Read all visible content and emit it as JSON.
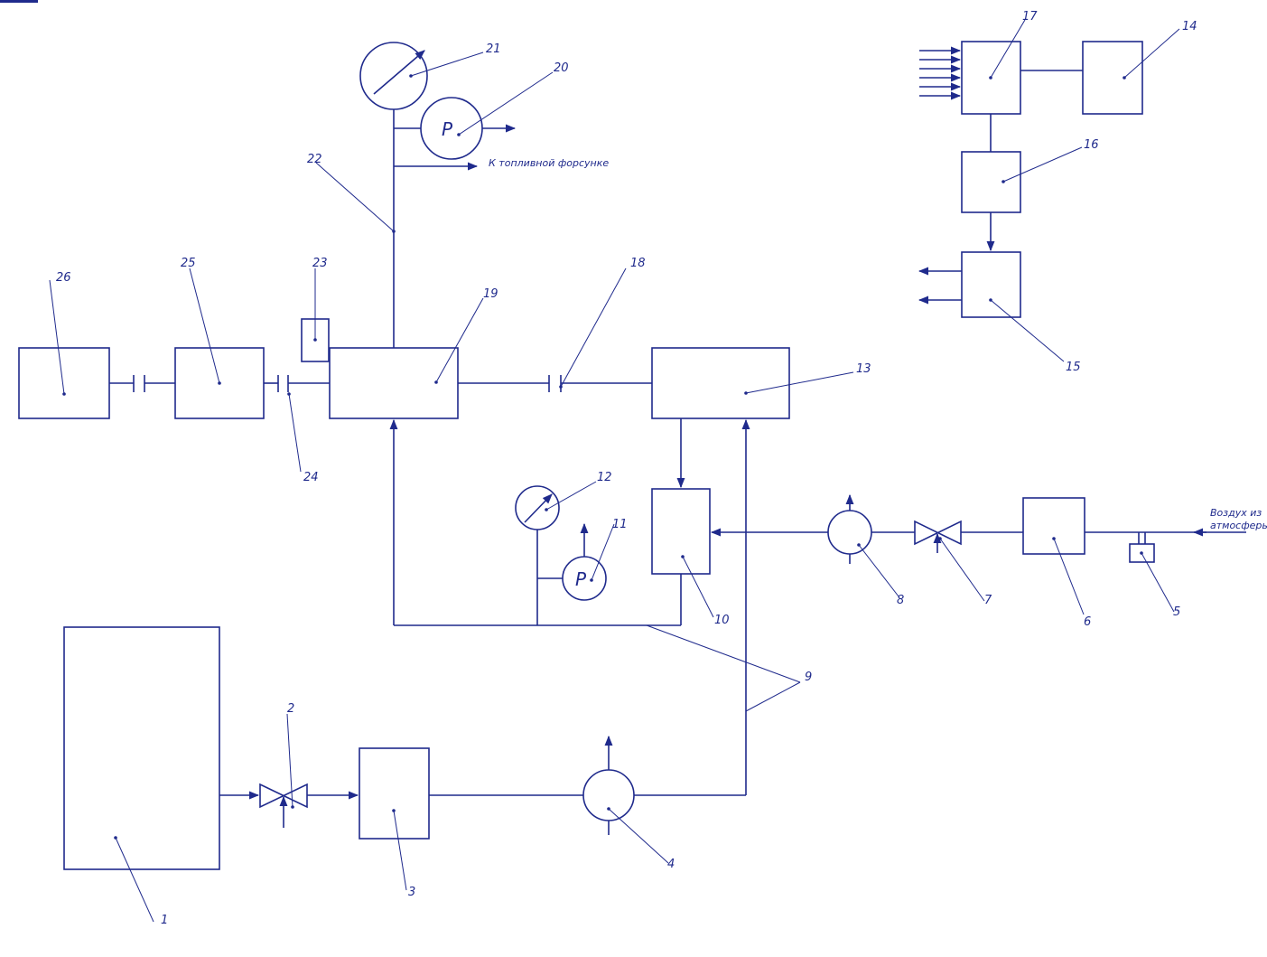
{
  "labels": {
    "n1": "1",
    "n2": "2",
    "n3": "3",
    "n4": "4",
    "n5": "5",
    "n6": "6",
    "n7": "7",
    "n8": "8",
    "n9": "9",
    "n10": "10",
    "n11": "11",
    "n12": "12",
    "n13": "13",
    "n14": "14",
    "n15": "15",
    "n16": "16",
    "n17": "17",
    "n18": "18",
    "n19": "19",
    "n20": "20",
    "n21": "21",
    "n22": "22",
    "n23": "23",
    "n24": "24",
    "n25": "25",
    "n26": "26"
  },
  "gauge_symbol": "P",
  "annotations": {
    "to_injector": "К топливной форсунке",
    "air_line1": "Воздух из",
    "air_line2": "атмосферы"
  },
  "colors": {
    "line": "#1f2a8c",
    "background": "#ffffff"
  }
}
